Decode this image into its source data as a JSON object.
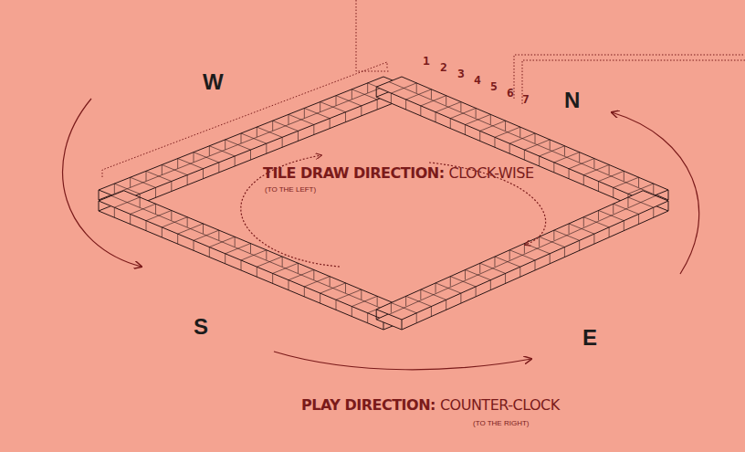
{
  "diagram": {
    "labels": [
      "W",
      "N",
      "S",
      "E",
      "1",
      "2",
      "3",
      "4",
      "5",
      "6",
      "7",
      "TILE DRAW DIRECTION:",
      "CLOCK-WISE",
      "(TO THE LEFT)",
      "PLAY DIRECTION:",
      "COUNTER-CLOCK",
      "(TO THE RIGHT)"
    ]
  }
}
